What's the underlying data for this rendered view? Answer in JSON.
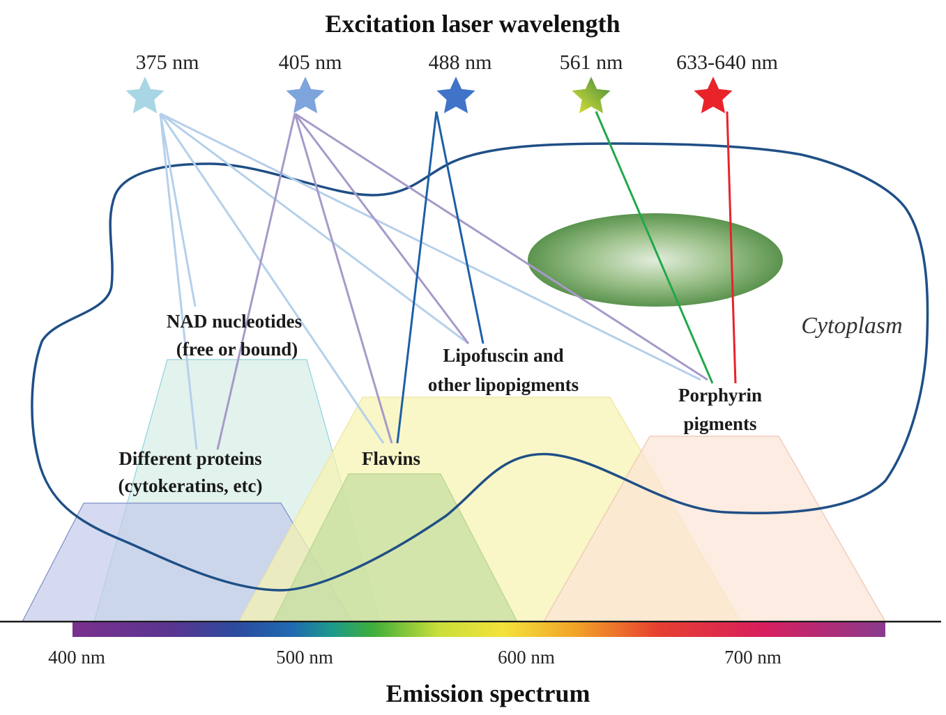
{
  "title": "Excitation laser wavelength",
  "footer": "Emission spectrum",
  "lasers": [
    {
      "label": "375 nm",
      "color": "#a9d6e4"
    },
    {
      "label": "405 nm",
      "color": "#7ea4dc"
    },
    {
      "label": "488 nm",
      "color": "#3f74c8"
    },
    {
      "label": "561 nm",
      "color": "#8bb23a"
    },
    {
      "label": "633-640 nm",
      "color": "#e8232a"
    }
  ],
  "fluorophores": {
    "nad": [
      "NAD nucleotides",
      "(free or bound)"
    ],
    "proteins": [
      "Different proteins",
      "(cytokeratins,  etc)"
    ],
    "lipofuscin": [
      "Lipofuscin  and",
      "other lipopigments"
    ],
    "flavins": [
      "Flavins"
    ],
    "porphyrin": [
      "Porphyrin",
      "pigments"
    ]
  },
  "cell_label": "Cytoplasm",
  "axis_ticks": [
    "400 nm",
    "500 nm",
    "600 nm",
    "700 nm"
  ],
  "colors": {
    "cell_outline": "#1f4f86",
    "proteins_band": "#c3cbea",
    "nad_band": "#d3ebe3",
    "lipofuscin_band": "#f7f3b2",
    "flavins_band": "#bedb9c",
    "porphyrin_band": "#fbe5d5",
    "nucleus": "#5c9a4a"
  }
}
